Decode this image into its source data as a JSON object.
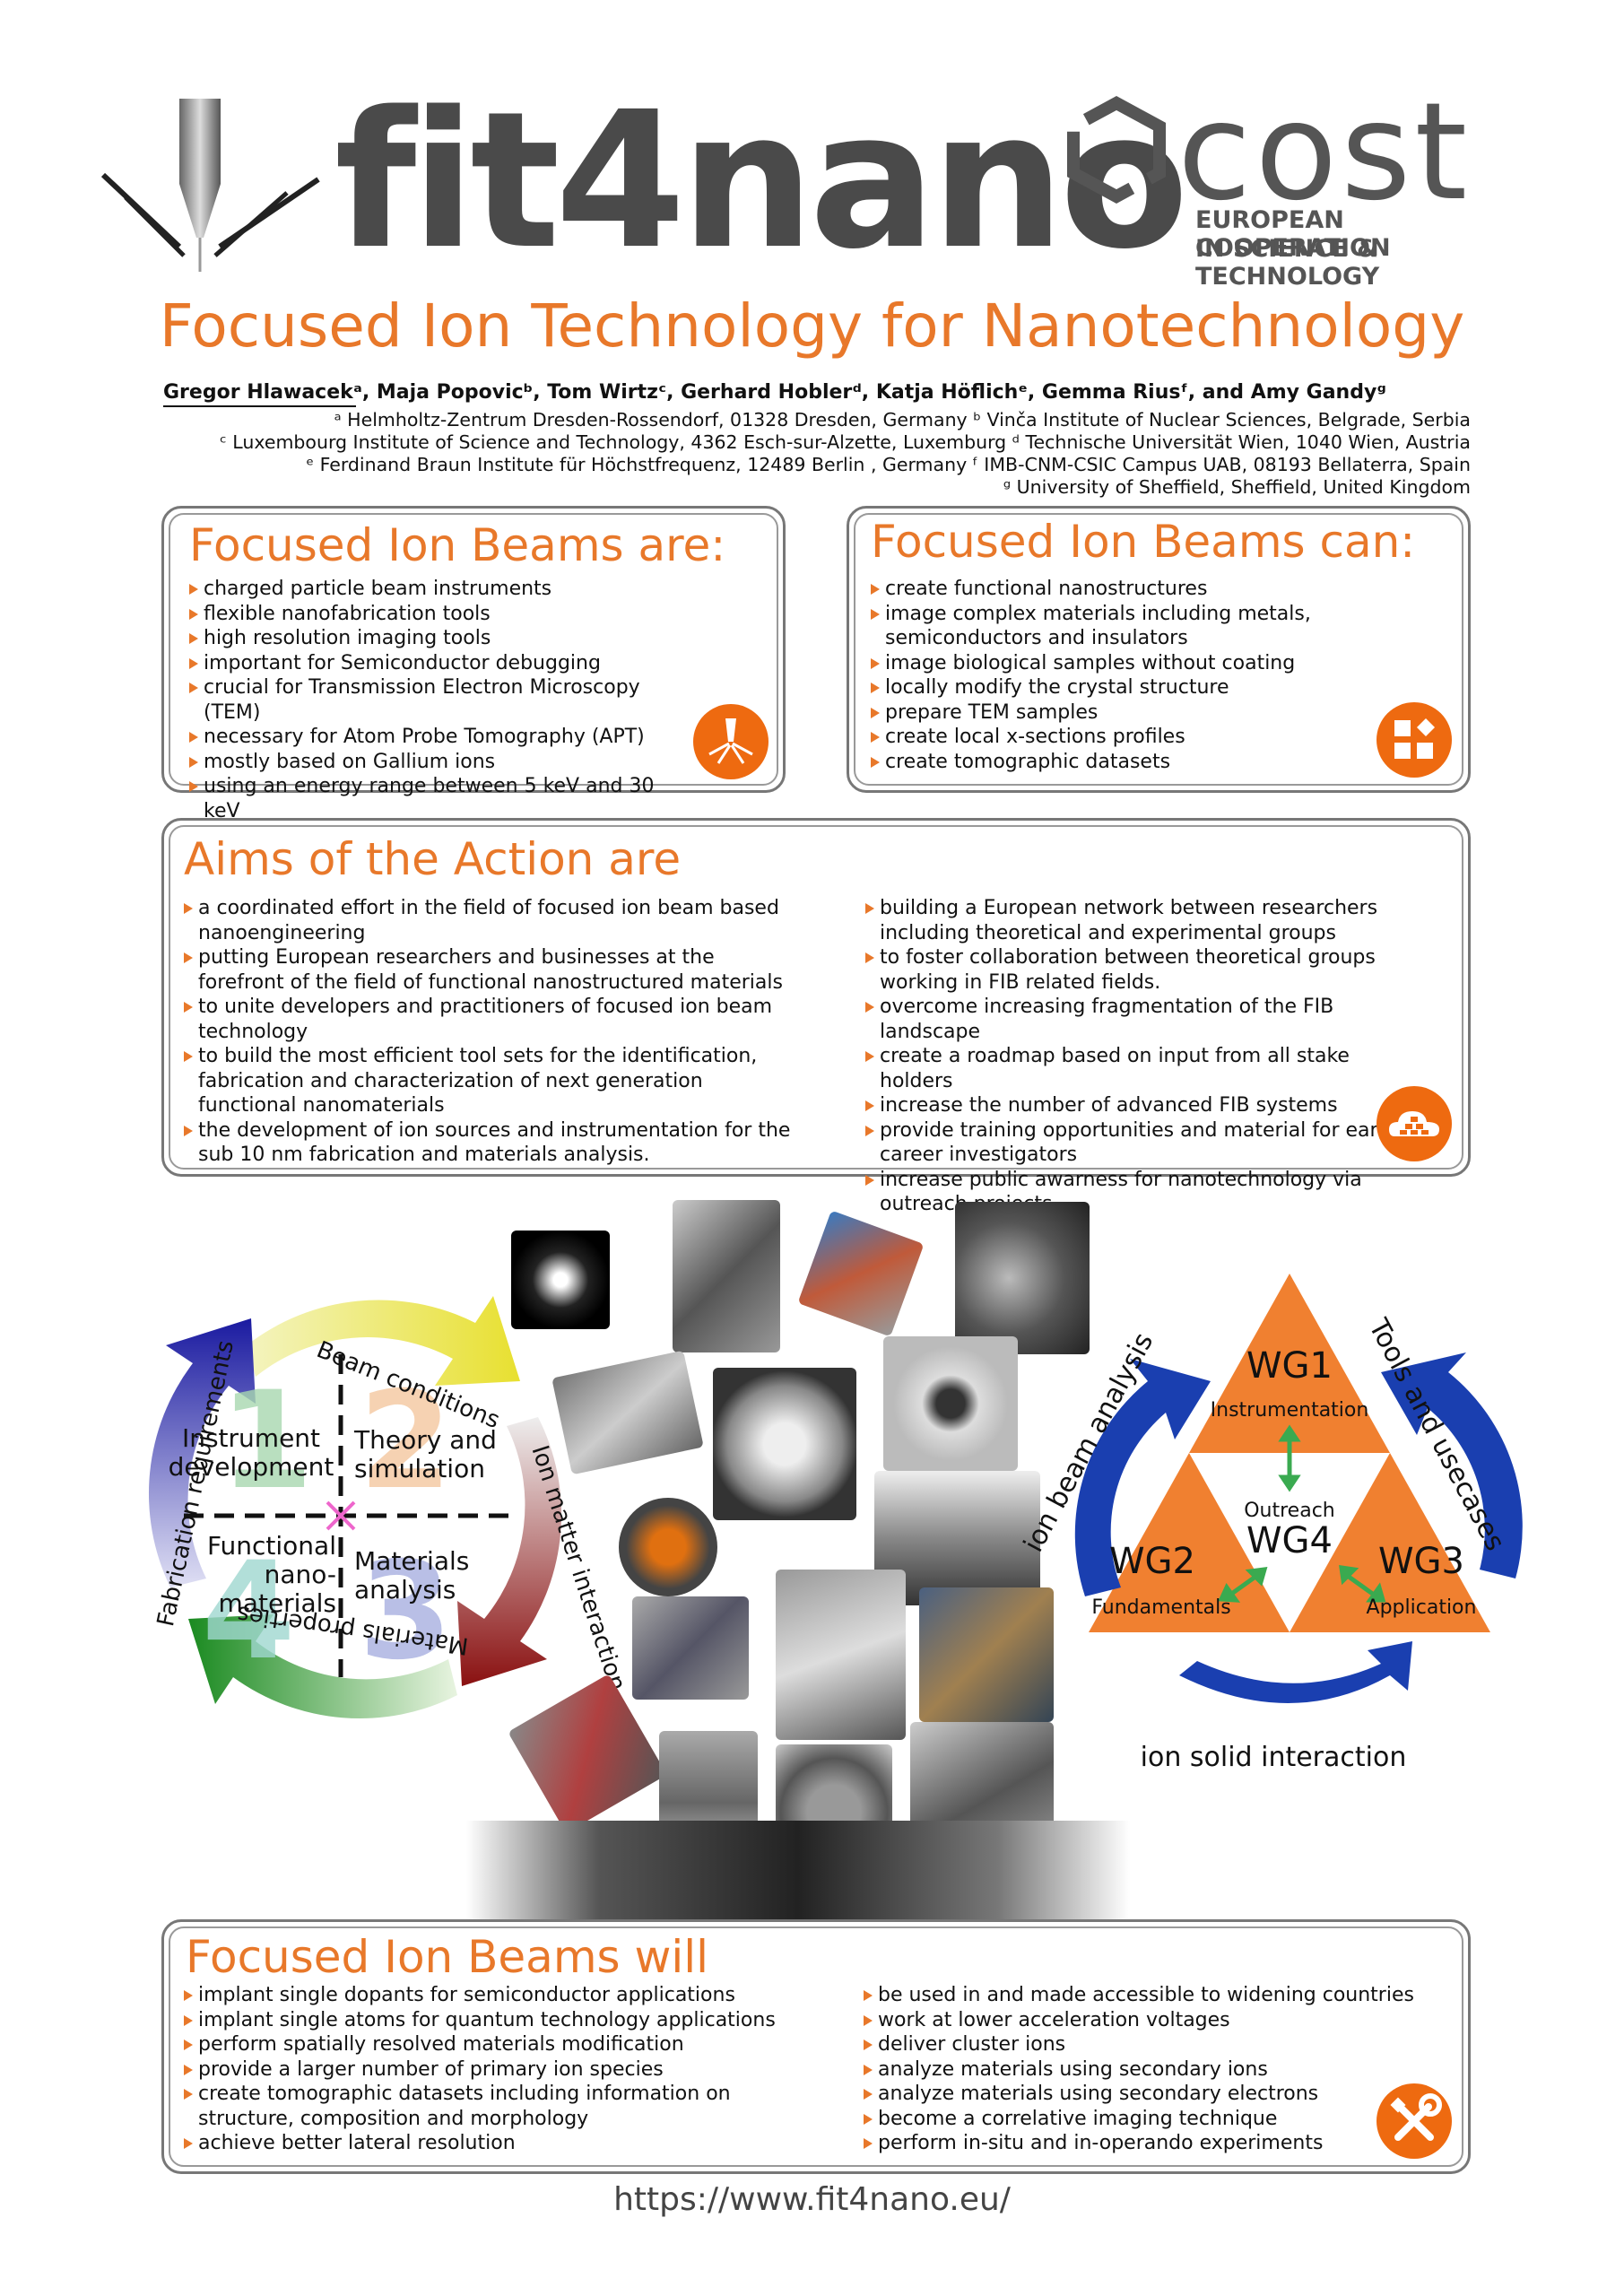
{
  "header": {
    "logo_text": "fit4nano",
    "cost_logo_text": "cost",
    "cost_line1": "EUROPEAN COOPERATION",
    "cost_line2": "IN SCIENCE & TECHNOLOGY"
  },
  "title": "Focused Ion Technology for Nanotechnology",
  "authors": "Gregor Hlawacekᵃ, Maja Popovicᵇ, Tom Wirtzᶜ, Gerhard Hoblerᵈ, Katja Höflichᵉ, Gemma Riusᶠ, and Amy Gandyᵍ",
  "affiliations": [
    "ᵃ Helmholtz-Zentrum Dresden-Rossendorf, 01328 Dresden, Germany ᵇ Vinča Institute of Nuclear Sciences, Belgrade, Serbia",
    "ᶜ Luxembourg Institute of Science and Technology, 4362 Esch-sur-Alzette, Luxemburg ᵈ Technische Universität Wien, 1040 Wien, Austria",
    "ᵉ Ferdinand Braun Institute für Höchstfrequenz, 12489 Berlin , Germany ᶠ IMB-CNM-CSIC Campus UAB, 08193 Bellaterra, Spain",
    "ᵍ University of Sheffield, Sheffield, United Kingdom"
  ],
  "are": {
    "title": "Focused Ion Beams are:",
    "items": [
      "charged particle beam instruments",
      "flexible nanofabrication tools",
      "high resolution imaging tools",
      "important for Semiconductor debugging",
      "crucial for Transmission Electron Microscopy (TEM)",
      "necessary for Atom Probe Tomography (APT)",
      "mostly based on Gallium ions",
      "using an energy range between 5 keV and 30 keV"
    ]
  },
  "can": {
    "title": "Focused Ion Beams can:",
    "items": [
      "create functional nanostructures",
      "image complex materials including metals, semiconductors and insulators",
      "image biological samples without coating",
      "locally modify the crystal structure",
      "prepare TEM samples",
      "create local x-sections profiles",
      "create tomographic datasets"
    ]
  },
  "aims": {
    "title": "Aims of the Action are",
    "left": [
      "a coordinated effort in the field of focused ion beam based nanoengineering",
      "putting European researchers and businesses at the forefront of the field of functional nanostructured materials",
      "to unite developers and practitioners of focused ion beam technology",
      "to build the most efficient tool sets for the identification, fabrication and characterization of next generation functional nanomaterials",
      "the development of ion sources and instrumentation for the sub 10 nm fabrication and materials analysis."
    ],
    "right": [
      " building a European network between researchers including theoretical and experimental groups",
      "to foster collaboration between theoretical groups working in FIB related fields.",
      "overcome increasing fragmentation of the FIB landscape",
      "create a roadmap based on input from all stake holders",
      "increase the number of advanced FIB systems",
      "provide training opportunities and material for early career investigators",
      "increase public awarness for nanotechnology via outreach projects"
    ]
  },
  "cycle": {
    "beam": "Beam conditions",
    "ion_matter": "Ion matter interaction",
    "materials_props": "Materials properties",
    "fab_req": "Fabrication requirements",
    "q1": "Instrument development",
    "q2": "Theory and simulation",
    "q3": "Materials analysis",
    "q4": "Functional nano- materials",
    "n1": "1",
    "n2": "2",
    "n3": "3",
    "n4": "4"
  },
  "wg": {
    "wg1": "WG1",
    "wg1_sub": "Instrumentation",
    "wg2": "WG2",
    "wg2_sub": "Fundamentals",
    "wg3": "WG3",
    "wg3_sub": "Application",
    "wg4": "WG4",
    "wg4_sub": "Outreach",
    "left_arrow": "ion beam analysis",
    "right_arrow": "Tools and usecases",
    "bottom_arrow": "ion solid interaction"
  },
  "will": {
    "title": "Focused Ion Beams will",
    "left": [
      "implant single dopants for semiconductor applications",
      "implant single atoms for quantum technology applications",
      "perform spatially resolved materials modification",
      "provide a larger number of primary ion species",
      "create tomographic datasets including information on structure, composition and morphology",
      "achieve better lateral resolution"
    ],
    "right": [
      "be used in and made accessible to widening countries",
      "work at lower acceleration voltages",
      "deliver cluster ions",
      "analyze materials using secondary ions",
      "analyze materials using secondary electrons",
      "become a correlative imaging technique",
      "perform in-situ and in-operando experiments"
    ]
  },
  "url": "https://www.fit4nano.eu/",
  "colors": {
    "accent": "#e8782a",
    "badge": "#ee6a10",
    "wg_orange": "#f08030",
    "arrow_blue": "#1a3fb0"
  }
}
